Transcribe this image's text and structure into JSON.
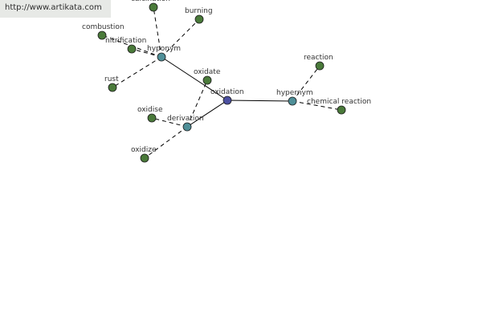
{
  "watermark": {
    "url": "http://www.artikata.com"
  },
  "graph": {
    "colors": {
      "center": "#4b4fa0",
      "relation": "#4f8f98",
      "word": "#4a7a3a"
    },
    "nodes": [
      {
        "id": "oxidation",
        "label": "oxidation",
        "kind": "center"
      },
      {
        "id": "hyponym",
        "label": "hyponym",
        "kind": "relation"
      },
      {
        "id": "derivation",
        "label": "derivation",
        "kind": "relation"
      },
      {
        "id": "hypernym",
        "label": "hypernym",
        "kind": "relation"
      },
      {
        "id": "calcination",
        "label": "calcination",
        "kind": "word"
      },
      {
        "id": "burning",
        "label": "burning",
        "kind": "word"
      },
      {
        "id": "combustion",
        "label": "combustion",
        "kind": "word"
      },
      {
        "id": "nitrification",
        "label": "nitrification",
        "kind": "word"
      },
      {
        "id": "rust",
        "label": "rust",
        "kind": "word"
      },
      {
        "id": "oxidate",
        "label": "oxidate",
        "kind": "word"
      },
      {
        "id": "oxidise",
        "label": "oxidise",
        "kind": "word"
      },
      {
        "id": "oxidize",
        "label": "oxidize",
        "kind": "word"
      },
      {
        "id": "reaction",
        "label": "reaction",
        "kind": "word"
      },
      {
        "id": "chemical-reaction",
        "label": "chemical reaction",
        "kind": "word"
      }
    ],
    "edges": [
      {
        "from": "oxidation",
        "to": "hyponym",
        "style": "solid"
      },
      {
        "from": "oxidation",
        "to": "derivation",
        "style": "solid"
      },
      {
        "from": "oxidation",
        "to": "hypernym",
        "style": "solid"
      },
      {
        "from": "hyponym",
        "to": "calcination",
        "style": "dashed"
      },
      {
        "from": "hyponym",
        "to": "burning",
        "style": "dashed"
      },
      {
        "from": "hyponym",
        "to": "combustion",
        "style": "dashed"
      },
      {
        "from": "hyponym",
        "to": "nitrification",
        "style": "dashed"
      },
      {
        "from": "hyponym",
        "to": "rust",
        "style": "dashed"
      },
      {
        "from": "derivation",
        "to": "oxidate",
        "style": "dashed"
      },
      {
        "from": "derivation",
        "to": "oxidise",
        "style": "dashed"
      },
      {
        "from": "derivation",
        "to": "oxidize",
        "style": "dashed"
      },
      {
        "from": "hypernym",
        "to": "reaction",
        "style": "dashed"
      },
      {
        "from": "hypernym",
        "to": "chemical-reaction",
        "style": "dashed"
      }
    ]
  }
}
